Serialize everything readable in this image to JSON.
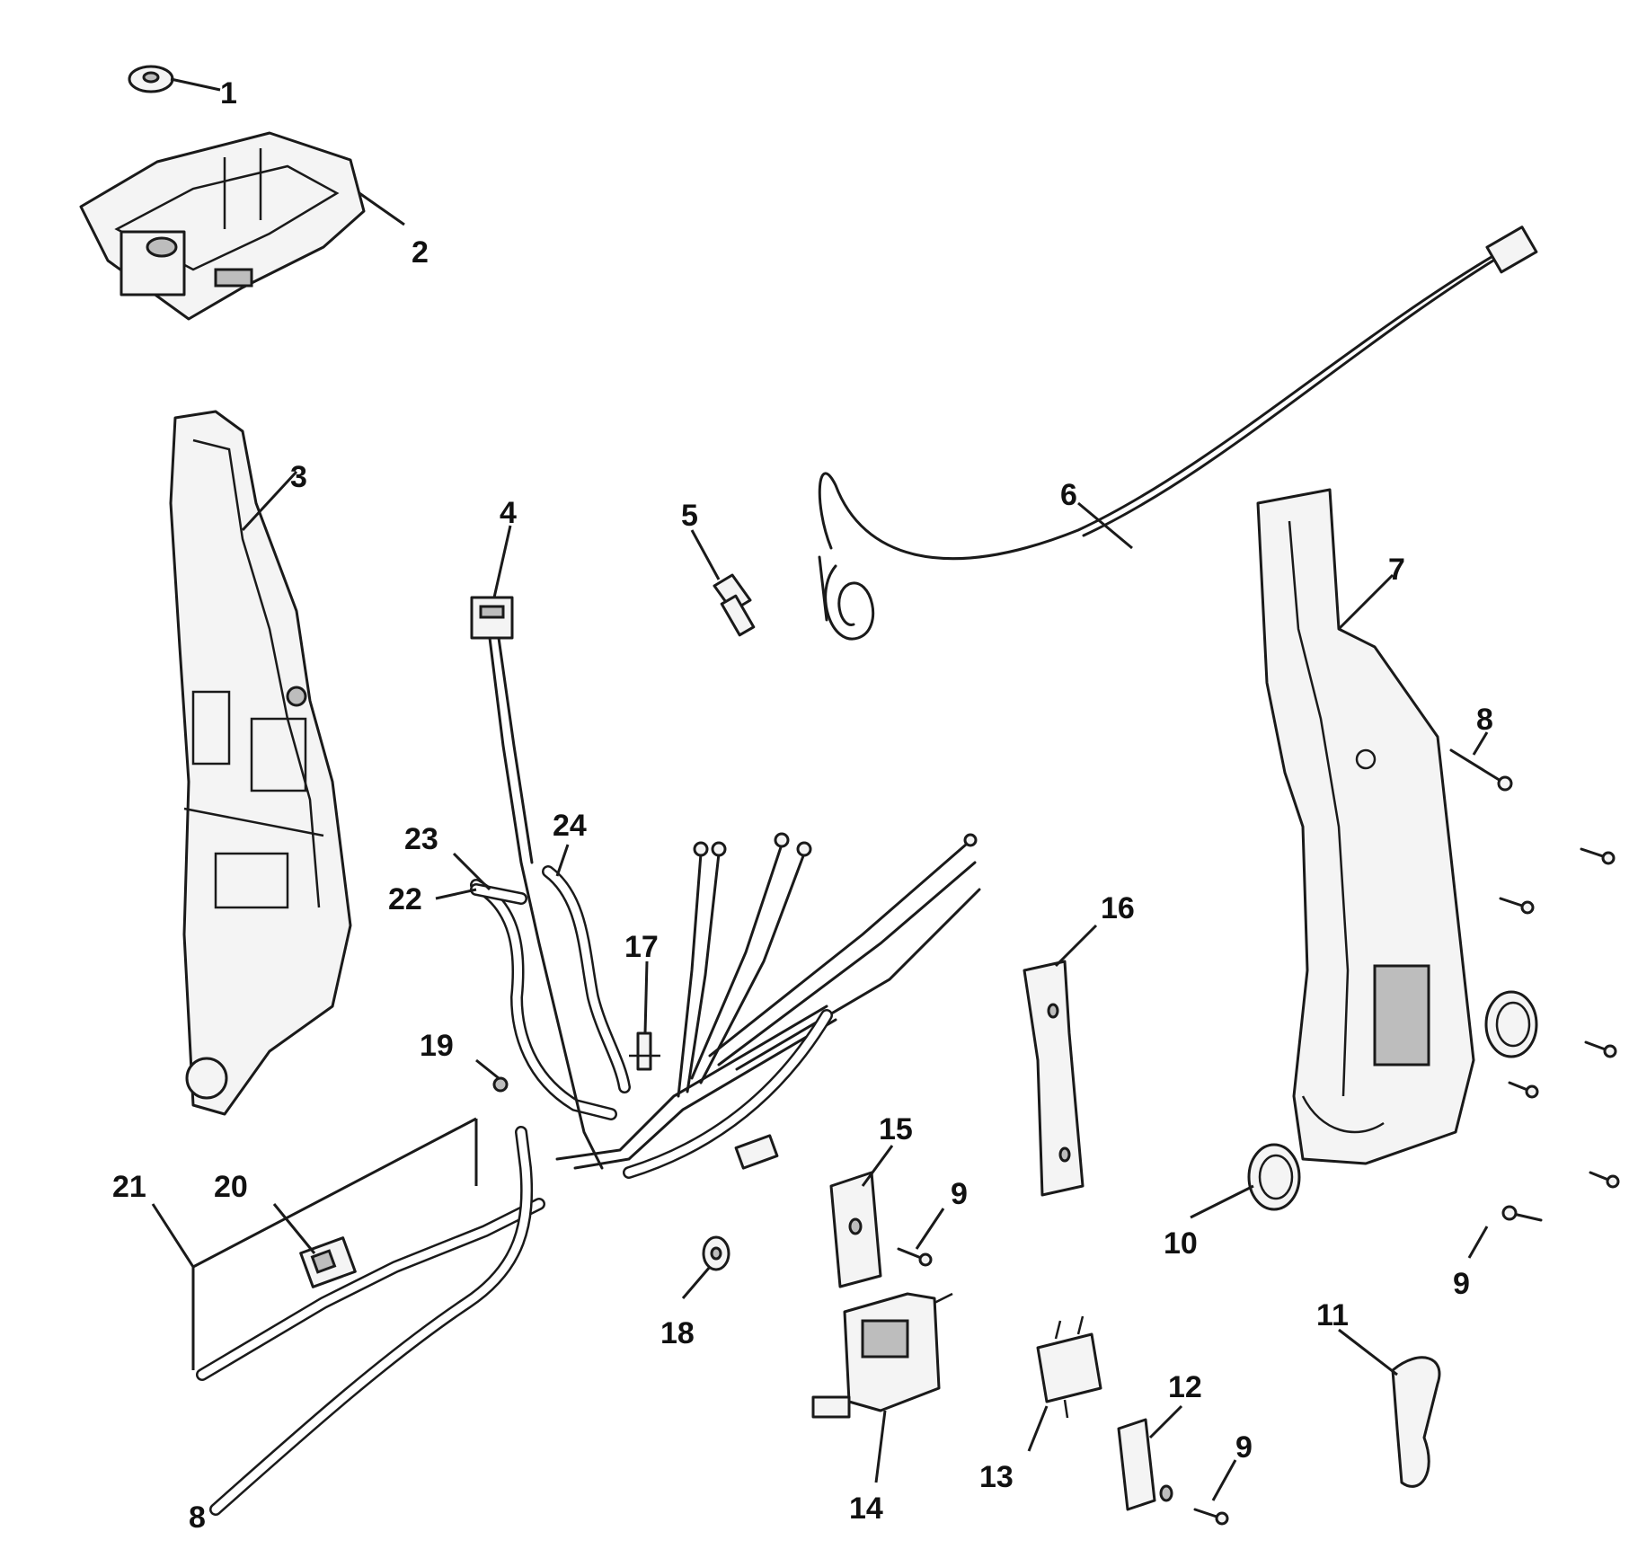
{
  "callouts": [
    {
      "id": "1",
      "label": "1"
    },
    {
      "id": "2",
      "label": "2"
    },
    {
      "id": "3",
      "label": "3"
    },
    {
      "id": "4",
      "label": "4"
    },
    {
      "id": "5",
      "label": "5"
    },
    {
      "id": "6",
      "label": "6"
    },
    {
      "id": "7",
      "label": "7"
    },
    {
      "id": "8a",
      "label": "8"
    },
    {
      "id": "8b",
      "label": "8"
    },
    {
      "id": "9a",
      "label": "9"
    },
    {
      "id": "9b",
      "label": "9"
    },
    {
      "id": "9c",
      "label": "9"
    },
    {
      "id": "10",
      "label": "10"
    },
    {
      "id": "11",
      "label": "11"
    },
    {
      "id": "12",
      "label": "12"
    },
    {
      "id": "13",
      "label": "13"
    },
    {
      "id": "14",
      "label": "14"
    },
    {
      "id": "15",
      "label": "15"
    },
    {
      "id": "16",
      "label": "16"
    },
    {
      "id": "17",
      "label": "17"
    },
    {
      "id": "18",
      "label": "18"
    },
    {
      "id": "19",
      "label": "19"
    },
    {
      "id": "20",
      "label": "20"
    },
    {
      "id": "21",
      "label": "21"
    },
    {
      "id": "22",
      "label": "22"
    },
    {
      "id": "23",
      "label": "23"
    },
    {
      "id": "24",
      "label": "24"
    }
  ]
}
